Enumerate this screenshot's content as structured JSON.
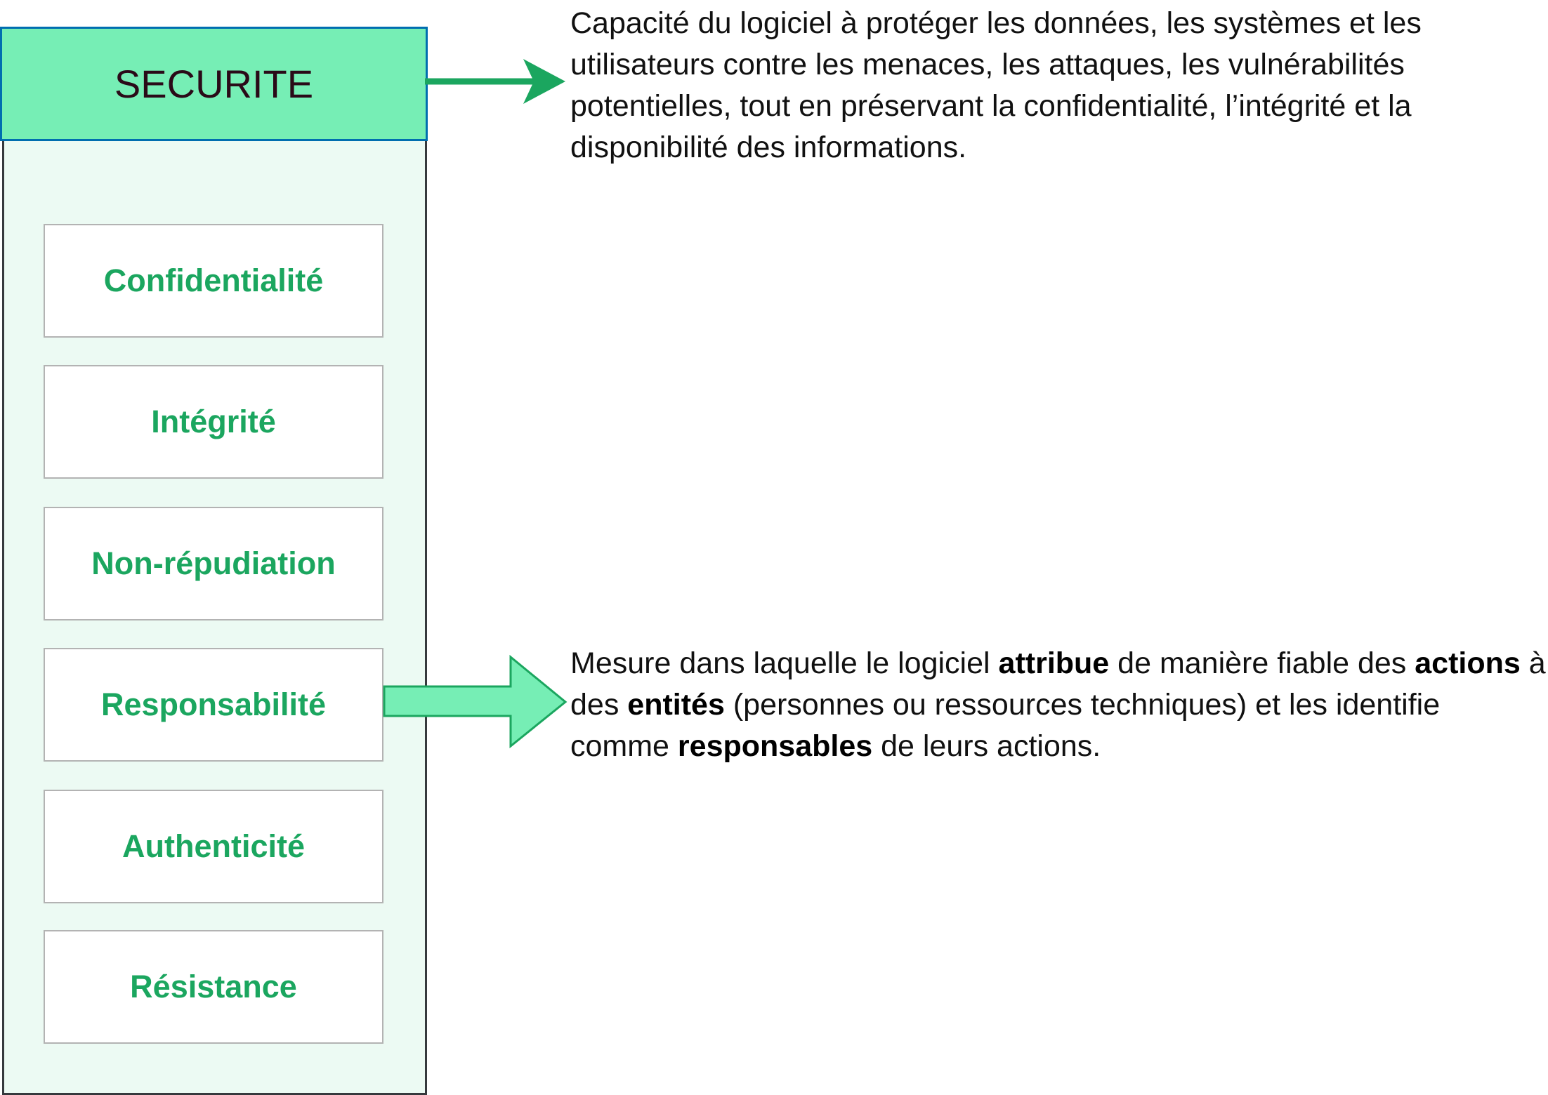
{
  "container": {
    "title": "SECURITE"
  },
  "items": [
    {
      "label": "Confidentialité"
    },
    {
      "label": "Intégrité"
    },
    {
      "label": "Non-répudiation"
    },
    {
      "label": "Responsabilité"
    },
    {
      "label": "Authenticité"
    },
    {
      "label": "Résistance"
    }
  ],
  "descriptions": {
    "securite": {
      "text": "Capacité du logiciel à protéger les données, les systèmes et les utilisateurs contre les menaces, les attaques, les vulnérabilités potentielles, tout en préservant la confidentialité, l’intégrité et la disponibilité des informations."
    },
    "responsabilite": {
      "p1": "Mesure dans laquelle le logiciel ",
      "b1": "attribue",
      "p2": " de manière fiable des ",
      "b2": "actions",
      "p3": " à des ",
      "b3": "entités",
      "p4": " (personnes ou ressources techniques) et les identifie comme ",
      "b4": "responsables",
      "p5": " de leurs actions."
    }
  },
  "colors": {
    "header_fill": "#76EEB5",
    "header_border": "#006EAF",
    "accent": "#1BA65F",
    "body_fill": "#ECFAF3"
  }
}
